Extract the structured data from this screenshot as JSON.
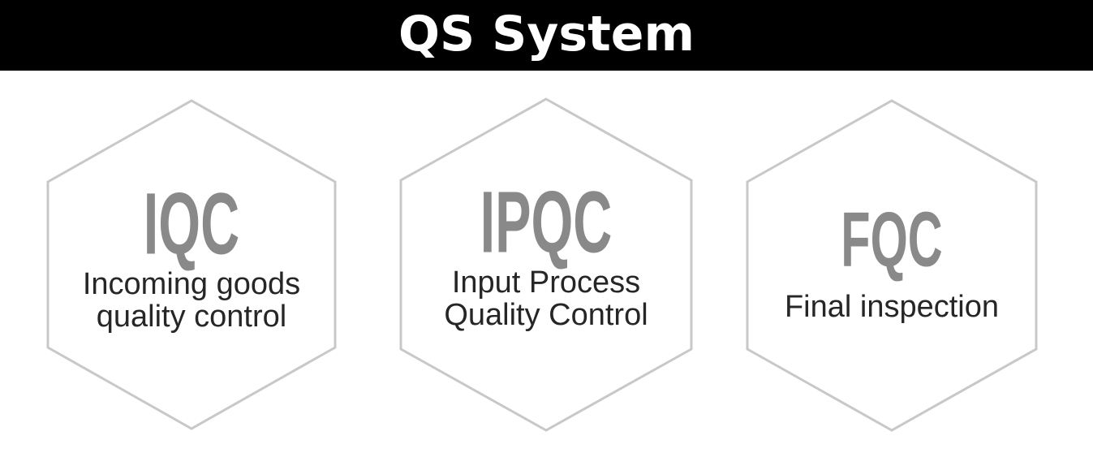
{
  "header": {
    "title": "QS System"
  },
  "colors": {
    "header_background": "#000000",
    "header_text": "#ffffff",
    "hexagon_stroke": "#c8c8c8",
    "abbreviation_text": "#898989",
    "description_text": "#262626"
  },
  "stages": [
    {
      "abbreviation": "IQC",
      "description_line1": "Incoming goods",
      "description_line2": "quality control"
    },
    {
      "abbreviation": "IPQC",
      "description_line1": "Input Process",
      "description_line2": "Quality Control"
    },
    {
      "abbreviation": "FQC",
      "description_line1": "Final inspection",
      "description_line2": ""
    }
  ]
}
